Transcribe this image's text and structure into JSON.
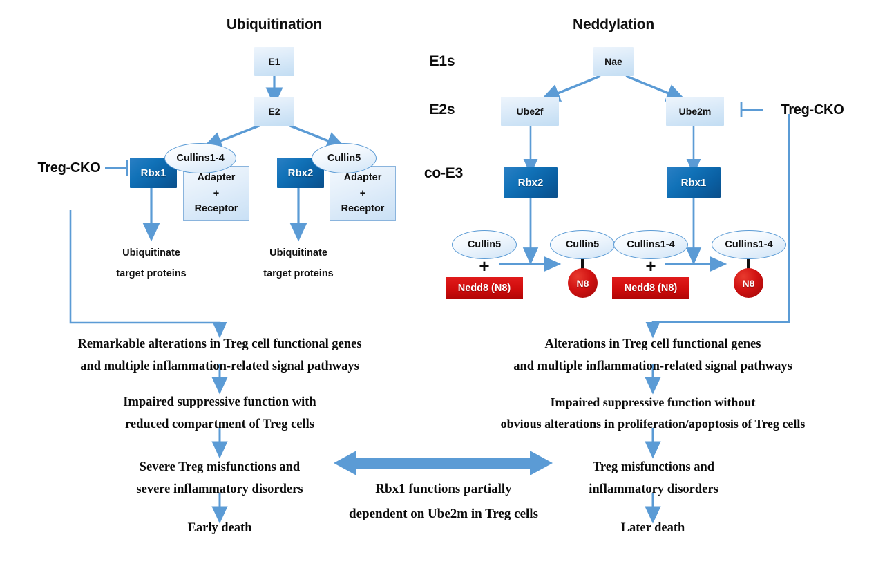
{
  "figure": {
    "left_panel_title": "Ubiquitination",
    "right_panel_title": "Neddylation"
  },
  "stage_labels": [
    {
      "id": "e1s",
      "text": "E1s"
    },
    {
      "id": "e2s",
      "text": "E2s"
    },
    {
      "id": "coe3",
      "text": "co-E3"
    }
  ],
  "ubiquitination": {
    "e1": "E1",
    "e2": "E2",
    "branch_left": {
      "rbx": "Rbx2",
      "cullin": "Cullin5",
      "adapter_line1": "Adapter",
      "adapter_plus": "+",
      "adapter_line2": "Receptor",
      "process_line1": "Ubiquitinate",
      "process_line2": "target proteins"
    },
    "branch_right": {
      "rbx": "Rbx1",
      "cullin": "Cullins1-4",
      "adapter_line1": "Adapter",
      "adapter_plus": "+",
      "adapter_line2": "Receptor",
      "process_line1": "Ubiquitinate",
      "process_line2": "target proteins"
    },
    "treg_cko_label": "Treg-CKO",
    "outcomes": [
      {
        "line1": "Remarkable alterations in Treg cell functional genes",
        "line2": "and multiple inflammation-related signal pathways"
      },
      {
        "line1": "Impaired suppressive function with",
        "line2": "reduced compartment of Treg cells"
      },
      {
        "line1": "Severe Treg misfunctions and",
        "line2": "severe inflammatory disorders"
      },
      {
        "line1": "Early death",
        "line2": ""
      }
    ]
  },
  "neddylation": {
    "e1": "Nae",
    "e2_left": "Ube2f",
    "e2_right": "Ube2m",
    "coe3_left": "Rbx2",
    "coe3_right": "Rbx1",
    "treg_cko_label": "Treg-CKO",
    "reaction_left": {
      "substrate_cullin": "Cullin5",
      "plus": "+",
      "nedd8": "Nedd8 (N8)",
      "product_cullin": "Cullin5",
      "product_tag": "N8"
    },
    "reaction_right": {
      "substrate_cullin": "Cullins1-4",
      "plus": "+",
      "nedd8": "Nedd8 (N8)",
      "product_cullin": "Cullins1-4",
      "product_tag": "N8"
    },
    "outcomes": [
      {
        "line1": "Alterations in Treg cell functional genes",
        "line2": "and multiple inflammation-related signal pathways"
      },
      {
        "line1": "Impaired suppressive function without",
        "line2": "obvious alterations in proliferation/apoptosis of Treg cells"
      },
      {
        "line1": "Treg misfunctions and",
        "line2": "inflammatory disorders"
      },
      {
        "line1": "Later death",
        "line2": ""
      }
    ]
  },
  "center_connector": {
    "line1": "Rbx1 functions partially",
    "line2": "dependent on Ube2m in Treg cells"
  },
  "colors": {
    "arrow_blue": "#5b9bd5",
    "rbx_blue": "#0f6cb0",
    "pale_blue": "#dcebf9",
    "nedd8_red": "#cf0c0c",
    "n8_red": "#c01010",
    "text_black": "#0b0b0b"
  }
}
